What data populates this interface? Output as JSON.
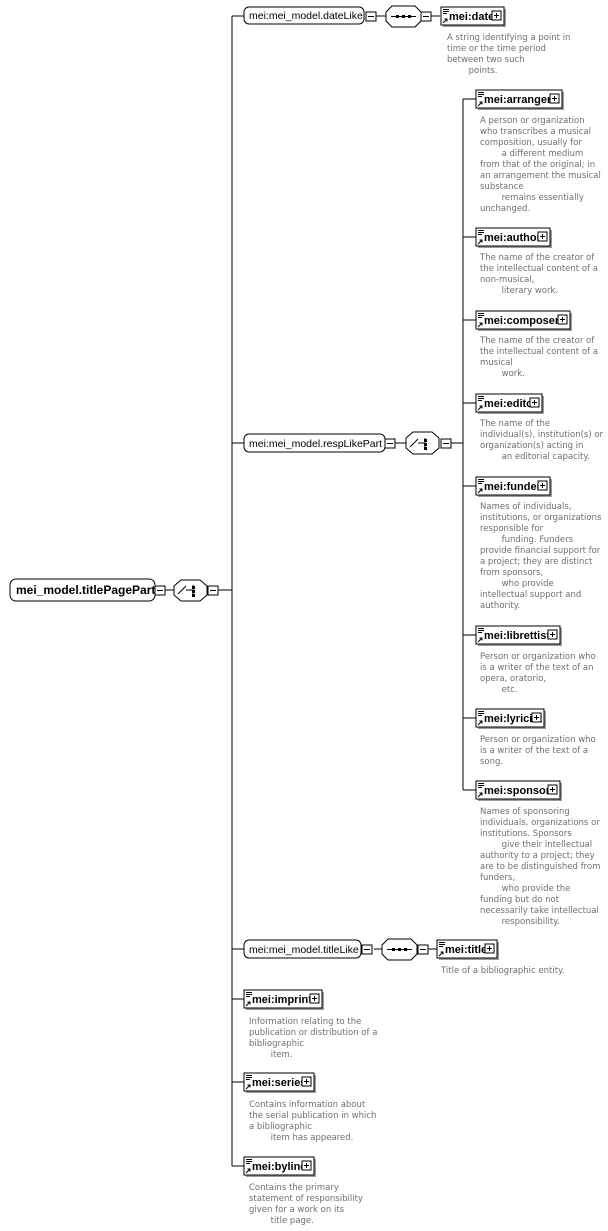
{
  "root": {
    "label": "mei_model.titlePagePart"
  },
  "groups": {
    "dateLike": {
      "label": "mei:mei_model.dateLike"
    },
    "respLikePart": {
      "label": "mei:mei_model.respLikePart"
    },
    "titleLike": {
      "label": "mei:mei_model.titleLike"
    }
  },
  "elements": {
    "date": {
      "label": "mei:date",
      "desc": "A string identifying a point in\ntime or the time period\nbetween two such\n        points."
    },
    "arranger": {
      "label": "mei:arranger",
      "desc": "A person or organization\nwho transcribes a musical\ncomposition, usually for\n        a different medium\nfrom that of the original; in\nan arrangement the musical\nsubstance\n        remains essentially\nunchanged."
    },
    "author": {
      "label": "mei:author",
      "desc": "The name of the creator of\nthe intellectual content of a\nnon-musical,\n        literary work."
    },
    "composer": {
      "label": "mei:composer",
      "desc": "The name of the creator of\nthe intellectual content of a\nmusical\n        work."
    },
    "editor": {
      "label": "mei:editor",
      "desc": "The name of the\nindividual(s), institution(s) or\norganization(s) acting in\n        an editorial capacity."
    },
    "funder": {
      "label": "mei:funder",
      "desc": "Names of individuals,\ninstitutions, or organizations\nresponsible for\n        funding. Funders\nprovide financial support for\na project; they are distinct\nfrom sponsors,\n        who provide\nintellectual support and\nauthority."
    },
    "librettist": {
      "label": "mei:librettist",
      "desc": "Person or organization who\nis a writer of the text of an\nopera, oratorio,\n        etc."
    },
    "lyricist": {
      "label": "mei:lyricist",
      "desc": "Person or organization who\nis a writer of the text of a\nsong."
    },
    "sponsor": {
      "label": "mei:sponsor",
      "desc": "Names of sponsoring\nindividuals, organizations or\ninstitutions. Sponsors\n        give their intellectual\nauthority to a project; they\nare to be distinguished from\nfunders,\n        who provide the\nfunding but do not\nnecessarily take intellectual\n        responsibility."
    },
    "title": {
      "label": "mei:title",
      "desc": "Title of a bibliographic entity."
    },
    "imprint": {
      "label": "mei:imprint",
      "desc": "Information relating to the\npublication or distribution of a\nbibliographic\n        item."
    },
    "series": {
      "label": "mei:series",
      "desc": "Contains information about\nthe serial publication in which\na bibliographic\n        item has appeared."
    },
    "byline": {
      "label": "mei:byline",
      "desc": "Contains the primary\nstatement of responsibility\ngiven for a work on its\n        title page."
    }
  }
}
